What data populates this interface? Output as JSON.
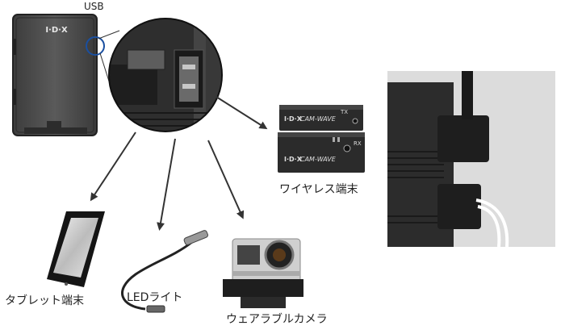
{
  "labels": {
    "usb": "USB",
    "wireless": "ワイヤレス端末",
    "tablet": "タブレット端末",
    "led": "LEDライト",
    "camera": "ウェアラブルカメラ"
  },
  "battery_logo": "I·D·X",
  "tx_unit": {
    "brand": "I·D·X",
    "model": "CAM-WAVE",
    "tag": "TX"
  },
  "rx_unit": {
    "brand": "I·D·X",
    "model": "CAM-WAVE",
    "tag": "RX"
  },
  "colors": {
    "body": "#4a4a4a",
    "dark": "#1c1c1c",
    "arrow": "#333333",
    "highlight": "#1a4fa0"
  }
}
